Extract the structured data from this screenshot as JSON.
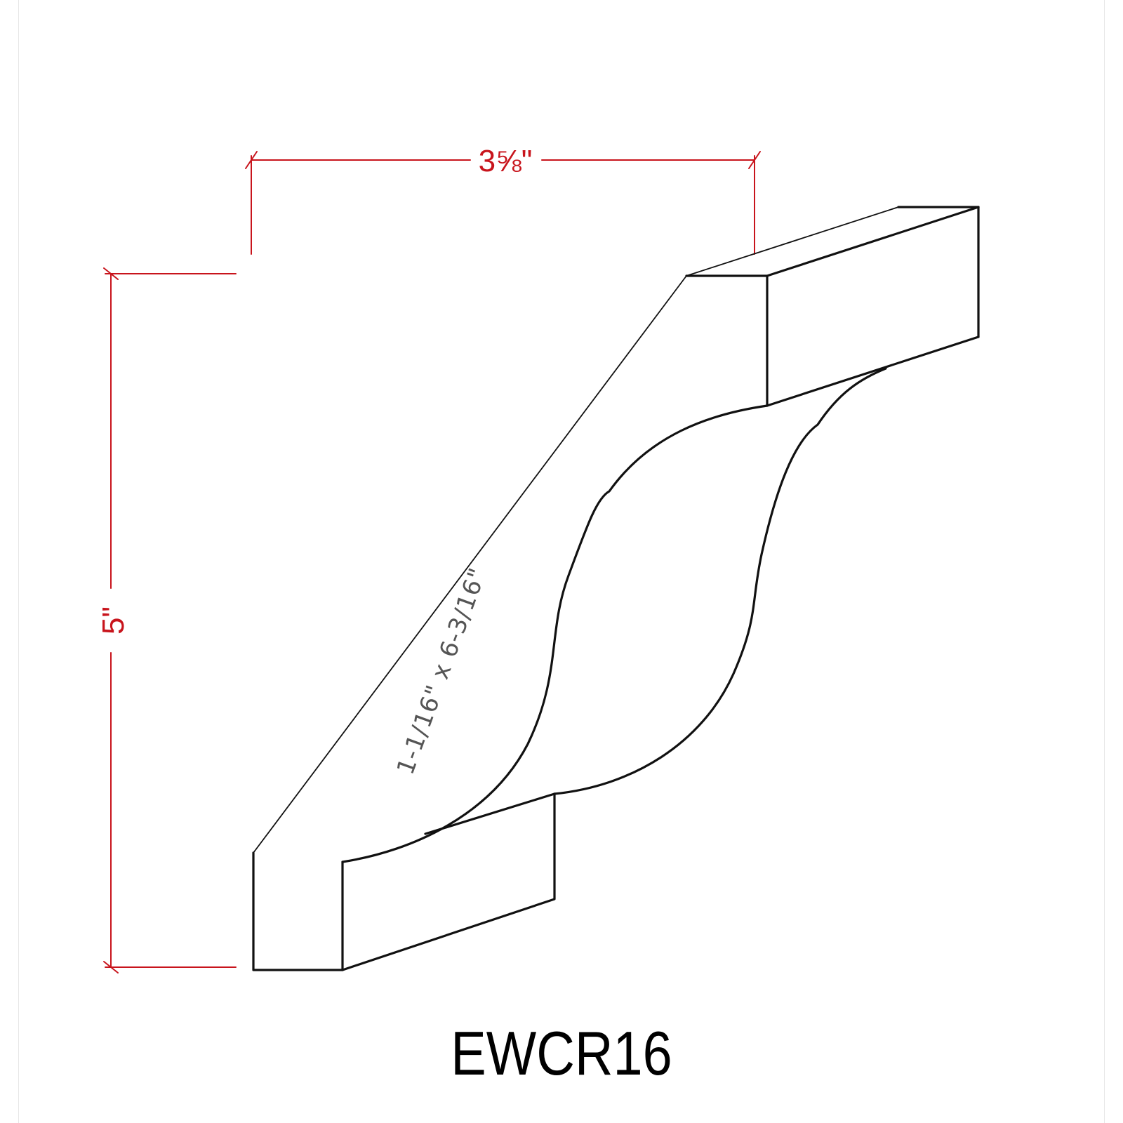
{
  "diagram": {
    "model": "EWCR16",
    "width_dimension": "3⅝\"",
    "height_dimension": "5\"",
    "size_spec": "1-1/16\" x 6-3/16\"",
    "colors": {
      "outline": "#111111",
      "dimension": "#c8141c",
      "spec_text": "#555555",
      "background": "#ffffff"
    }
  }
}
